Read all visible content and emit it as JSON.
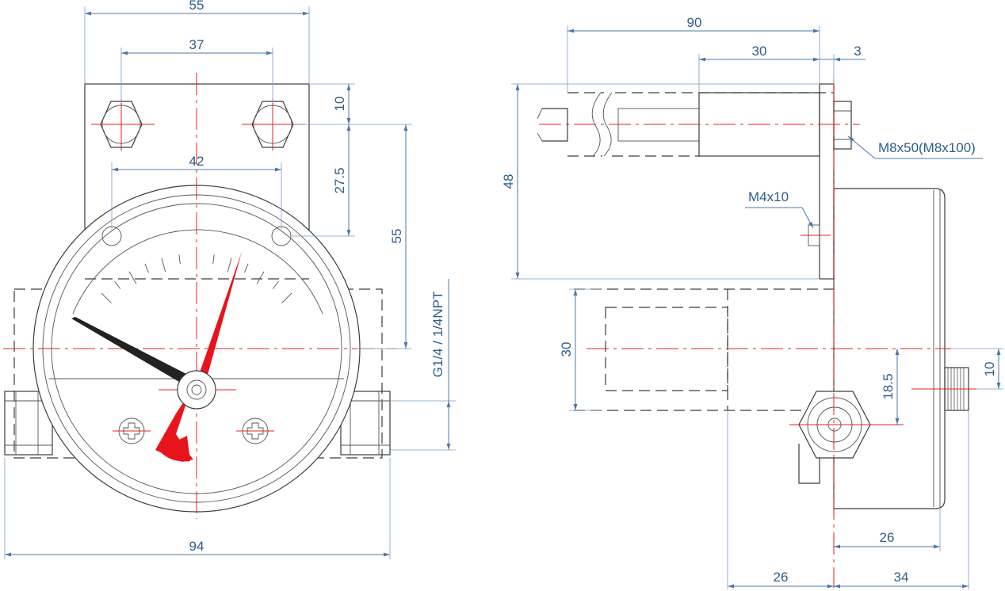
{
  "dimensions": {
    "front_top_width": "55",
    "front_bolt_spacing": "37",
    "front_hole_spacing": "42",
    "front_bolt_from_top": "10",
    "front_bolt_to_hole": "27.5",
    "front_bracket_to_center": "55",
    "front_thread": "G1/4 / 1/4NPT",
    "front_overall_width": "94",
    "side_depth": "90",
    "side_spacer": "30",
    "side_bracket_thickness": "3",
    "side_bracket_height": "48",
    "side_bolt_note": "M8x50(M8x100)",
    "side_screw_note": "M4x10",
    "side_block_height": "30",
    "side_port_offset": "18.5",
    "side_knob_offset": "10",
    "side_case_depth": "26",
    "side_left_offset": "26",
    "side_right_offset": "34"
  },
  "colors": {
    "dimension": "#4a78a6",
    "centerline": "#e52020",
    "pointer": "#e8141c",
    "outline": "#3c3c3c"
  },
  "icons": {
    "bolt_head": "hex-bolt-icon",
    "screw_head": "cross-screw-icon"
  }
}
